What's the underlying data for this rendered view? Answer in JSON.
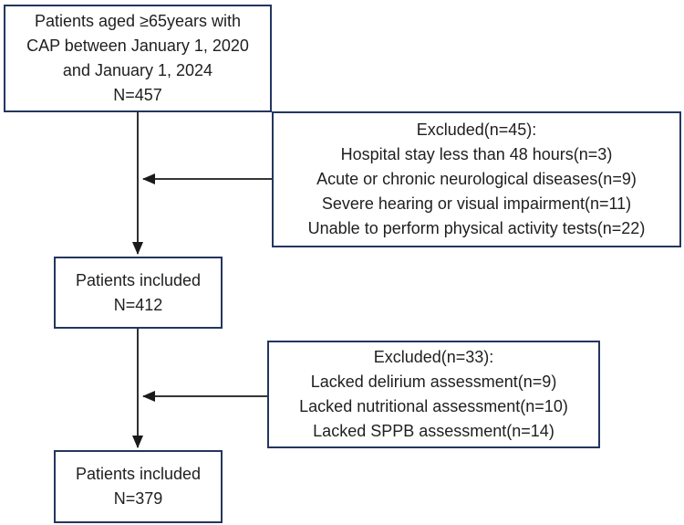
{
  "colors": {
    "box_border": "#24365f",
    "connector": "#1a1a1a",
    "text": "#1f1f1f",
    "background": "#ffffff"
  },
  "nodes": {
    "initial": {
      "lines": [
        "Patients aged ≥65years with",
        "CAP between January 1, 2020",
        "and January 1, 2024",
        "N=457"
      ]
    },
    "excluded1": {
      "lines": [
        "Excluded(n=45):",
        "Hospital stay less than 48 hours(n=3)",
        "Acute or chronic neurological diseases(n=9)",
        "Severe hearing or visual impairment(n=11)",
        "Unable to perform physical activity tests(n=22)"
      ]
    },
    "included1": {
      "lines": [
        "Patients included",
        "N=412"
      ]
    },
    "excluded2": {
      "lines": [
        "Excluded(n=33):",
        "Lacked delirium assessment(n=9)",
        "Lacked nutritional assessment(n=10)",
        "Lacked SPPB assessment(n=14)"
      ]
    },
    "included2": {
      "lines": [
        "Patients included",
        "N=379"
      ]
    }
  }
}
